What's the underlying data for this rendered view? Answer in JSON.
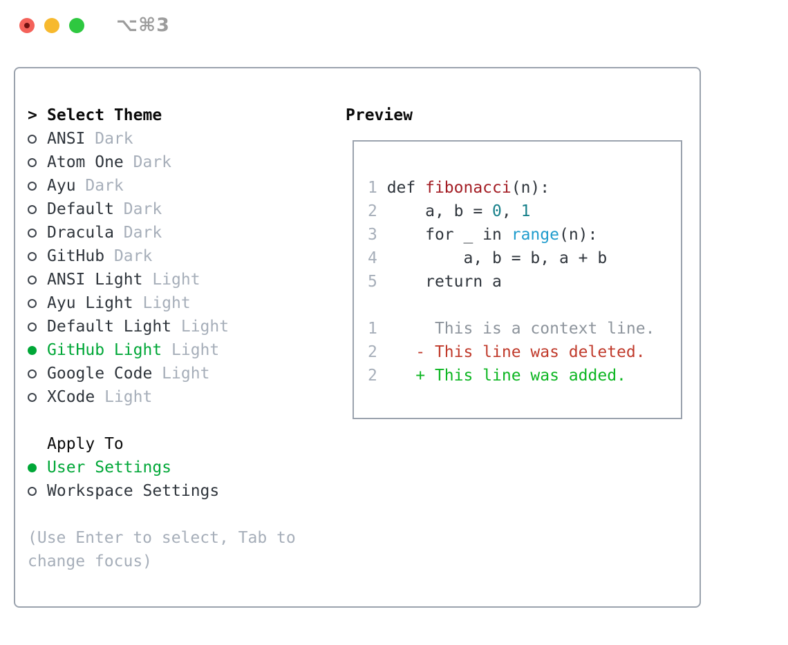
{
  "titlebar": {
    "shortcut": "⌥⌘3",
    "traffic_lights": [
      "close",
      "minimize",
      "zoom"
    ]
  },
  "theme_panel": {
    "title_prefix": ">",
    "title": "Select Theme",
    "themes": [
      {
        "name": "ANSI",
        "variant": "Dark",
        "selected": false
      },
      {
        "name": "Atom One",
        "variant": "Dark",
        "selected": false
      },
      {
        "name": "Ayu",
        "variant": "Dark",
        "selected": false
      },
      {
        "name": "Default",
        "variant": "Dark",
        "selected": false
      },
      {
        "name": "Dracula",
        "variant": "Dark",
        "selected": false
      },
      {
        "name": "GitHub",
        "variant": "Dark",
        "selected": false
      },
      {
        "name": "ANSI Light",
        "variant": "Light",
        "selected": false
      },
      {
        "name": "Ayu Light",
        "variant": "Light",
        "selected": false
      },
      {
        "name": "Default Light",
        "variant": "Light",
        "selected": false
      },
      {
        "name": "GitHub Light",
        "variant": "Light",
        "selected": true
      },
      {
        "name": "Google Code",
        "variant": "Light",
        "selected": false
      },
      {
        "name": "XCode",
        "variant": "Light",
        "selected": false
      }
    ],
    "apply_to": {
      "title": "Apply To",
      "options": [
        {
          "label": "User Settings",
          "selected": true
        },
        {
          "label": "Workspace Settings",
          "selected": false
        }
      ]
    },
    "hint": "(Use Enter to select, Tab to change focus)"
  },
  "preview": {
    "title": "Preview",
    "code_lines": [
      {
        "num": "1",
        "tokens": [
          [
            "def ",
            "plain"
          ],
          [
            "fibonacci",
            "func"
          ],
          [
            "(n):",
            "plain"
          ]
        ]
      },
      {
        "num": "2",
        "tokens": [
          [
            "    a, b = ",
            "plain"
          ],
          [
            "0",
            "number"
          ],
          [
            ", ",
            "plain"
          ],
          [
            "1",
            "number"
          ]
        ]
      },
      {
        "num": "3",
        "tokens": [
          [
            "    for _ in ",
            "plain"
          ],
          [
            "range",
            "builtin"
          ],
          [
            "(n):",
            "plain"
          ]
        ]
      },
      {
        "num": "4",
        "tokens": [
          [
            "        a, b = b, a + b",
            "plain"
          ]
        ]
      },
      {
        "num": "5",
        "tokens": [
          [
            "    return a",
            "plain"
          ]
        ]
      }
    ],
    "diff_lines": [
      {
        "num": "1",
        "kind": "context",
        "text": "     This is a context line."
      },
      {
        "num": "2",
        "kind": "deleted",
        "text": "   - This line was deleted."
      },
      {
        "num": "2",
        "kind": "added",
        "text": "   + This line was added."
      }
    ]
  },
  "colors": {
    "accent_green": "#00a737",
    "added_green": "#0db622",
    "deleted_red": "#c03a2b",
    "function_red": "#a31d24",
    "number_teal": "#17808a",
    "builtin_blue": "#1f9ccd",
    "text_dark": "#2e343b",
    "heading_black": "#0a0a0a",
    "muted_gray": "#a6aeb9",
    "context_gray": "#8d949c",
    "panel_border": "#9aa2ad",
    "radio_gray": "#3c424a",
    "shortcut_gray": "#9c9c9c",
    "traffic_red": "#f4625a",
    "traffic_dot": "#701210",
    "traffic_yellow": "#f7b92e",
    "traffic_green": "#2ec840"
  }
}
